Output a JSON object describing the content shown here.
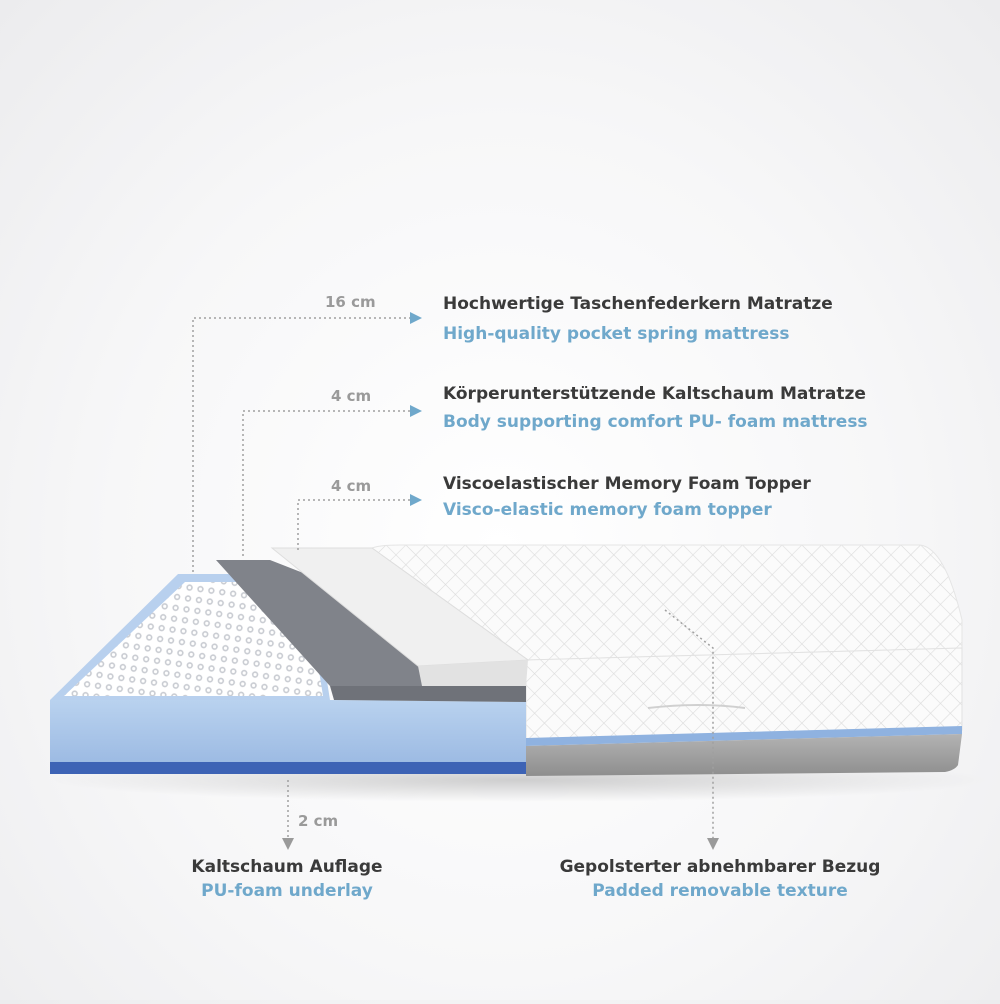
{
  "layers": [
    {
      "thickness": "16 cm",
      "label_de": "Hochwertige Taschenfederkern Matratze",
      "label_en": "High-quality pocket spring mattress"
    },
    {
      "thickness": "4 cm",
      "label_de": "Körperunterstützende Kaltschaum Matratze",
      "label_en": "Body supporting comfort PU- foam mattress"
    },
    {
      "thickness": "4 cm",
      "label_de": "Viscoelastischer Memory Foam Topper",
      "label_en": "Visco-elastic memory foam topper"
    }
  ],
  "bottom_left": {
    "thickness": "2 cm",
    "label_de": "Kaltschaum Auflage",
    "label_en": "PU-foam underlay"
  },
  "bottom_right": {
    "label_de": "Gepolsterter abnehmbarer Bezug",
    "label_en": "Padded removable texture"
  },
  "colors": {
    "accent_blue": "#6fa8cb",
    "foam_blue": "#a9c6e8",
    "underlay_blue": "#3d63b5",
    "grey_foam": "#7c7f86",
    "topper_white": "#f2f2f2",
    "cover_grey": "#a6a6a6",
    "callout_line": "#a0a0a0"
  }
}
